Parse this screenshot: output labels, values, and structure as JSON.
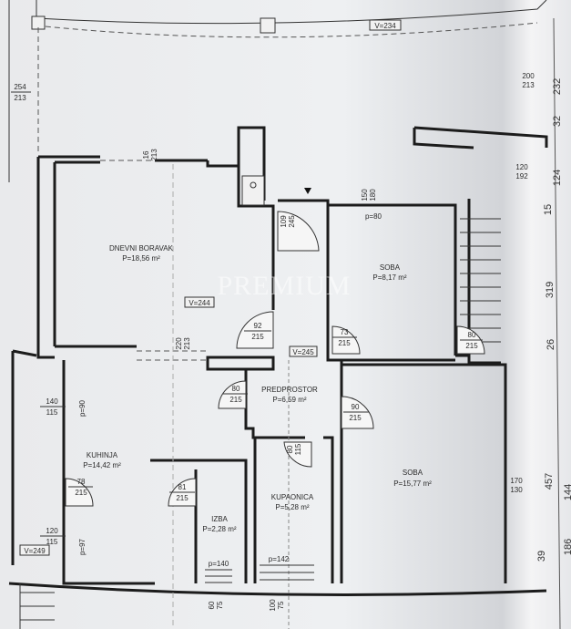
{
  "watermark": "PREMIUM",
  "rooms": {
    "dnevni_boravak": {
      "name": "DNEVNI BORAVAK",
      "area": "P=18,56 m²"
    },
    "soba_small": {
      "name": "SOBA",
      "area": "P=8,17 m²"
    },
    "predprostor": {
      "name": "PREDPROSTOR",
      "area": "P=6,59 m²"
    },
    "kuhinja": {
      "name": "KUHINJA",
      "area": "P=14,42 m²"
    },
    "izba": {
      "name": "IZBA",
      "area": "P=2,28 m²"
    },
    "kupaonica": {
      "name": "KUPAONICA",
      "area": "P=5,28 m²"
    },
    "soba_large": {
      "name": "SOBA",
      "area": "P=15,77 m²"
    }
  },
  "heights": {
    "v234": "V=234",
    "v244": "V=244",
    "v245": "V=245",
    "v249": "V=249"
  },
  "doors": {
    "d1": [
      "92",
      "215"
    ],
    "d2": [
      "73",
      "215"
    ],
    "d3": [
      "80",
      "215"
    ],
    "d4": [
      "90",
      "215"
    ],
    "d5": [
      "78",
      "215"
    ],
    "d6": [
      "81",
      "215"
    ],
    "d7": [
      "80",
      "215"
    ],
    "d8": [
      "109",
      "245"
    ],
    "d9": [
      "150",
      "180"
    ],
    "d10": [
      "80",
      "115"
    ]
  },
  "windows": {
    "w1": [
      "140",
      "115"
    ],
    "w2": [
      "120",
      "115"
    ],
    "w3": [
      "254",
      "213"
    ],
    "w4": [
      "16",
      "213"
    ],
    "w5": [
      "220",
      "213"
    ],
    "w6": [
      "200",
      "213"
    ],
    "w7": [
      "170",
      "130"
    ],
    "w8": [
      "120",
      "192"
    ],
    "w9": [
      "60",
      "75"
    ],
    "w10": [
      "100",
      "75"
    ]
  },
  "parapets": {
    "p1": "p=90",
    "p2": "p=97",
    "p3": "p=80",
    "p4": "p=140",
    "p5": "p=142"
  },
  "side_dimensions": [
    "232",
    "32",
    "124",
    "15",
    "319",
    "26",
    "457",
    "39",
    "144",
    "186"
  ]
}
